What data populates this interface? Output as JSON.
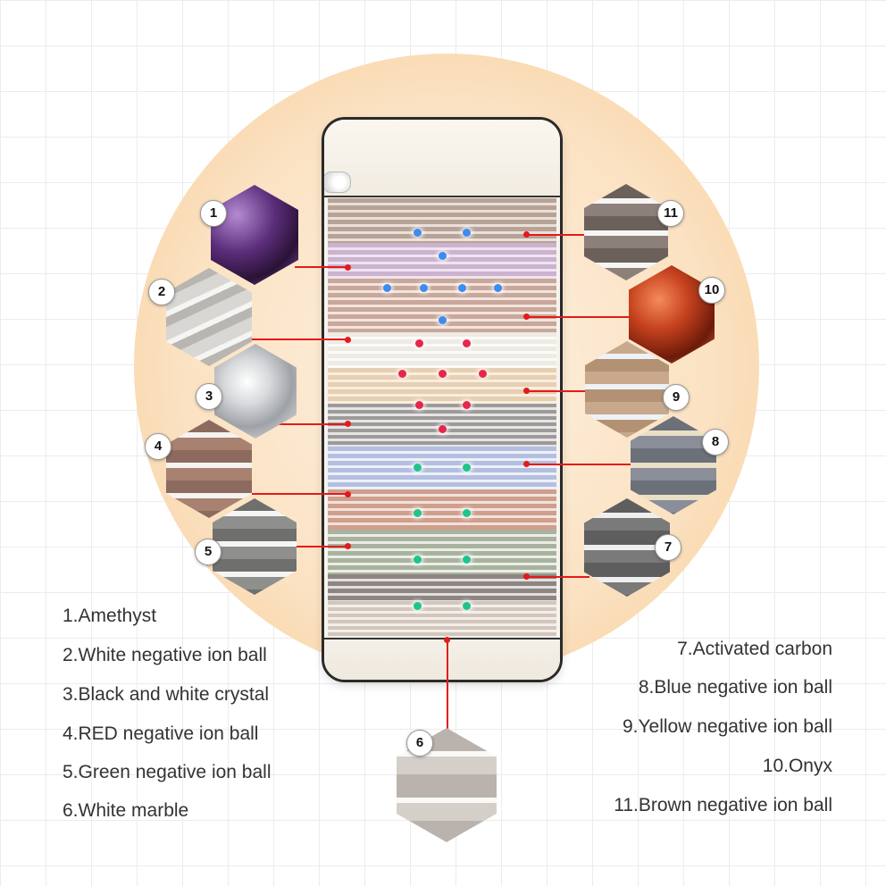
{
  "materials_left": [
    {
      "num": "1",
      "name": "1.Amethyst"
    },
    {
      "num": "2",
      "name": "2.White negative ion ball"
    },
    {
      "num": "3",
      "name": "3.Black and white crystal"
    },
    {
      "num": "4",
      "name": "4.RED negative ion ball"
    },
    {
      "num": "5",
      "name": "5.Green negative ion ball"
    },
    {
      "num": "6",
      "name": "6.White marble"
    }
  ],
  "materials_right": [
    {
      "num": "7",
      "name": "7.Activated carbon"
    },
    {
      "num": "8",
      "name": "8.Blue negative ion ball"
    },
    {
      "num": "9",
      "name": "9.Yellow negative ion ball"
    },
    {
      "num": "10",
      "name": "10.Onyx"
    },
    {
      "num": "11",
      "name": "11.Brown negative ion ball"
    }
  ],
  "colors": {
    "leader_line": "#e41a1a",
    "led_blue": "#3d8cf0",
    "led_red": "#e8254a",
    "led_green": "#1ec58a"
  }
}
